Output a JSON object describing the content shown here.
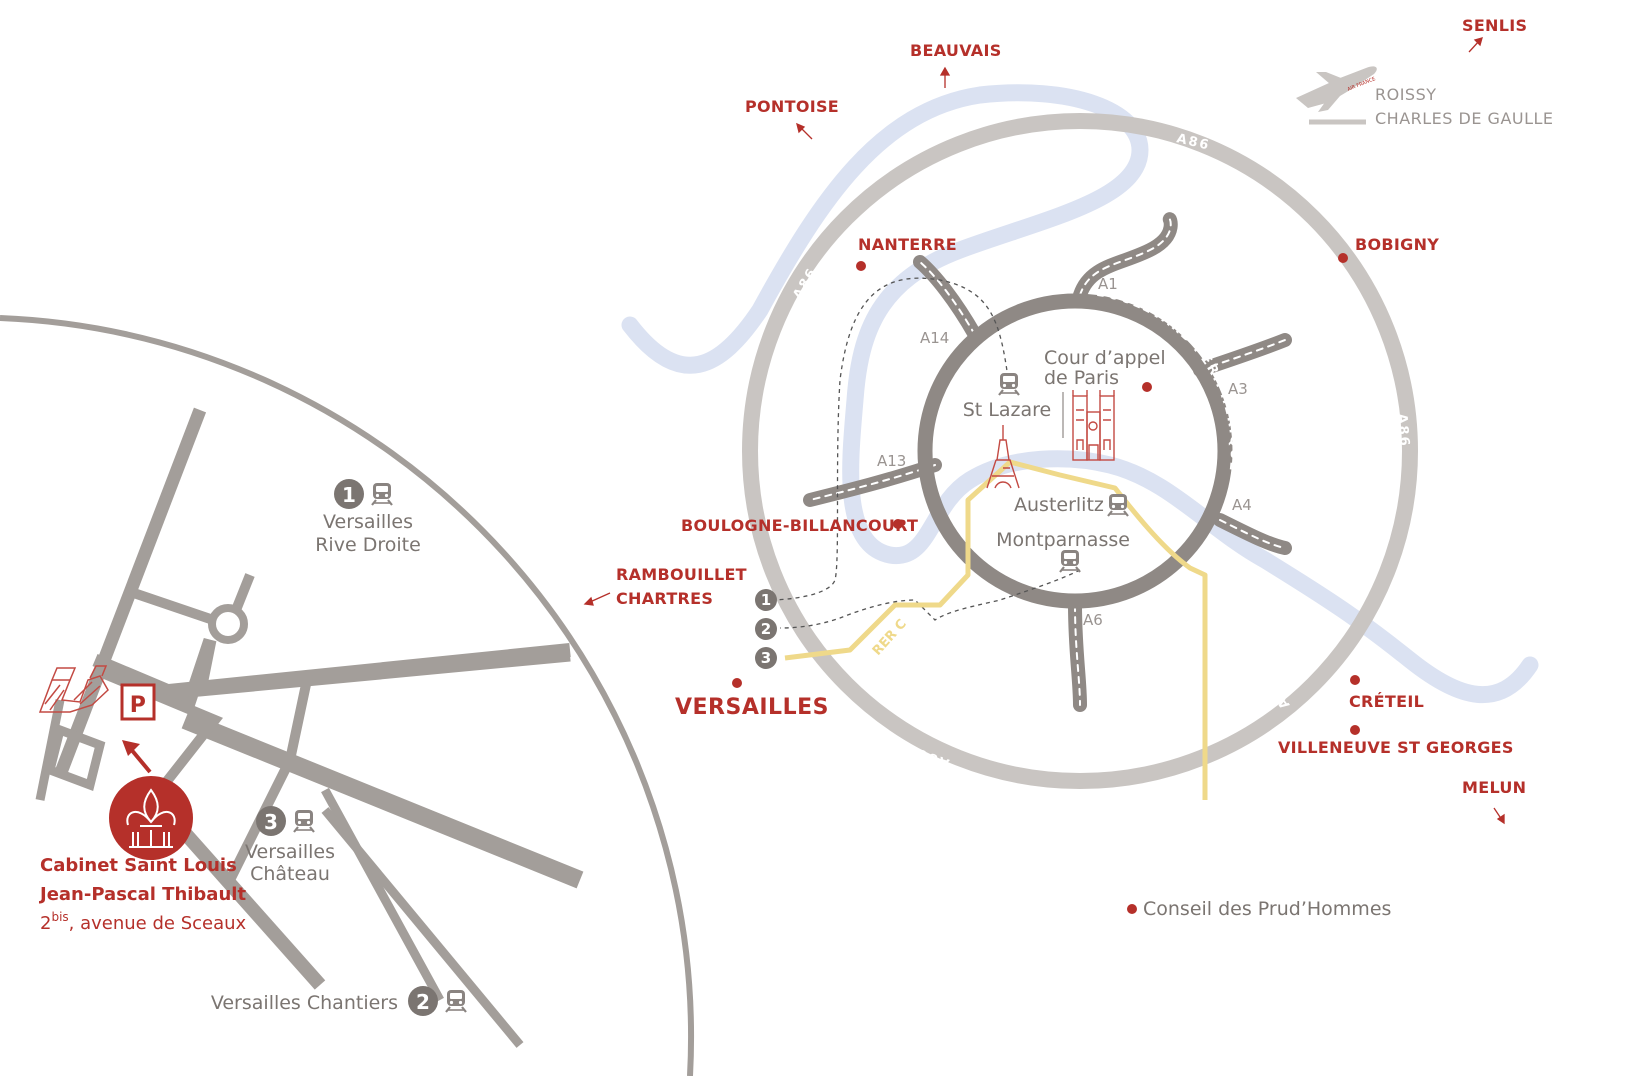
{
  "cities": {
    "senlis": "SENLIS",
    "beauvais": "BEAUVAIS",
    "pontoise": "PONTOISE",
    "nanterre": "NANTERRE",
    "bobigny": "BOBIGNY",
    "boulogne": "BOULOGNE-BILLANCOURT",
    "rambouillet": "RAMBOUILLET",
    "chartres": "CHARTRES",
    "versailles": "VERSAILLES",
    "creteil": "CRÉTEIL",
    "villeneuve": "VILLENEUVE ST GEORGES",
    "melun": "MELUN"
  },
  "airport": {
    "line1": "ROISSY",
    "line2": "CHARLES DE GAULLE",
    "plane_livery": "AIR FRANCE"
  },
  "roads": {
    "a86": "A86",
    "periph": "BOULEVARD PÉRIPHÉRIQUE",
    "a1": "A1",
    "a3": "A3",
    "a4": "A4",
    "a6": "A6",
    "a13": "A13",
    "a14": "A14"
  },
  "paris": {
    "court_line1": "Cour d’appel",
    "court_line2": "de Paris",
    "st_lazare": "St Lazare",
    "austerlitz": "Austerlitz",
    "montparnasse": "Montparnasse",
    "rer": "RER C",
    "prudhommes": "Conseil des Prud’Hommes"
  },
  "lines": {
    "one": "1",
    "two": "2",
    "three": "3"
  },
  "versailles": {
    "rive_droite_1": "Versailles",
    "rive_droite_2": "Rive Droite",
    "chateau_1": "Versailles",
    "chateau_2": "Château",
    "chantiers": "Versailles Chantiers",
    "parking": "P"
  },
  "office": {
    "name": "Cabinet Saint Louis",
    "person": "Jean-Pascal Thibault",
    "number": "2",
    "suffix": "bis",
    "street": ", avenue de Sceaux"
  },
  "colors": {
    "accent_red": "#b5302a",
    "road_grey": "#a39e9a",
    "ring_grey": "#c9c5c2",
    "river_blue": "#dbe2f2",
    "rer_yellow": "#efd98a"
  }
}
